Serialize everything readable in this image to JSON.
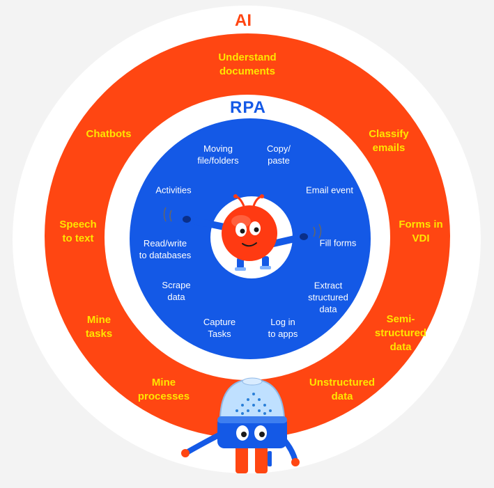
{
  "titles": {
    "ai": "AI",
    "rpa": "RPA"
  },
  "ai_items": [
    "Understand\ndocuments",
    "Classify\nemails",
    "Forms in\nVDI",
    "Semi-\nstructured\ndata",
    "Unstructured\ndata",
    "Mine\nprocesses",
    "Mine\ntasks",
    "Speech\nto text",
    "Chatbots"
  ],
  "rpa_items": [
    "Moving\nfile/folders",
    "Copy/\npaste",
    "Email event",
    "Fill forms",
    "Extract\nstructured\ndata",
    "Log in\nto apps",
    "Capture\nTasks",
    "Scrape\ndata",
    "Read/write\nto databases",
    "Activities"
  ],
  "colors": {
    "ai_ring": "#ff4612",
    "ai_text": "#ffe500",
    "rpa_core": "#1459e6",
    "rpa_text": "#ffffff"
  },
  "mascots": {
    "center": "red-robot-ball-icon",
    "bottom": "blue-robot-dome-icon"
  }
}
